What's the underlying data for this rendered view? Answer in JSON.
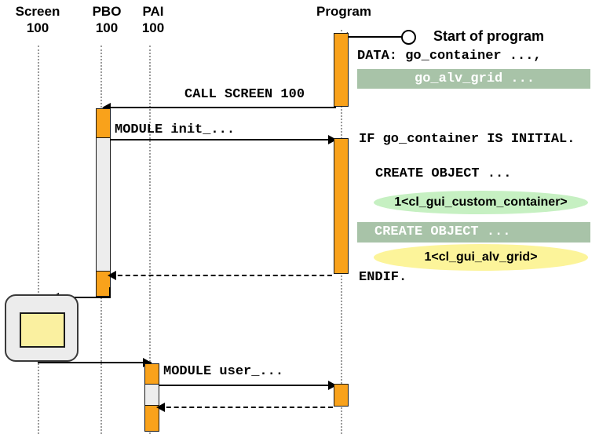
{
  "diagram": {
    "title": "ABAP Screen / PBO / PAI sequence diagram",
    "colors": {
      "activation_orange": "#F9A21B",
      "activation_gray": "#EDEDED",
      "highlight_green_band": "#A8C3A8",
      "ellipse_green": "#C6F0C2",
      "ellipse_yellow": "#FCF49A",
      "screen_window_fill": "#ECECEC",
      "screen_inner_fill": "#FAF0A0",
      "lifeline_dotted": "#9A9A9A",
      "line_black": "#000000"
    }
  },
  "lifelines": [
    {
      "id": "screen",
      "name": "Screen",
      "number": "100"
    },
    {
      "id": "pbo",
      "name": "PBO",
      "number": "100"
    },
    {
      "id": "pai",
      "name": "PAI",
      "number": "100"
    },
    {
      "id": "program",
      "name": "Program",
      "number": ""
    }
  ],
  "annotations": {
    "start_of_program": "Start of program"
  },
  "messages": [
    {
      "id": "call_screen",
      "label": "CALL SCREEN 100",
      "direction": "right-to-left",
      "from": "program",
      "to": "pbo"
    },
    {
      "id": "module_init",
      "label": "MODULE init_...",
      "direction": "left-to-right",
      "from": "pbo",
      "to": "program"
    },
    {
      "id": "module_user",
      "label": "MODULE user_...",
      "direction": "left-to-right",
      "from": "pai",
      "to": "program"
    }
  ],
  "code": {
    "data_decl_line1": "DATA: go_container ...,",
    "data_decl_line2": "go_alv_grid ...",
    "if_line": "IF go_container IS INITIAL.",
    "create_object_1": "CREATE OBJECT ...",
    "create_object_1_class": "1<cl_gui_custom_container>",
    "create_object_2": "CREATE OBJECT ...",
    "create_object_2_class": "1<cl_gui_alv_grid>",
    "endif_line": "ENDIF."
  }
}
